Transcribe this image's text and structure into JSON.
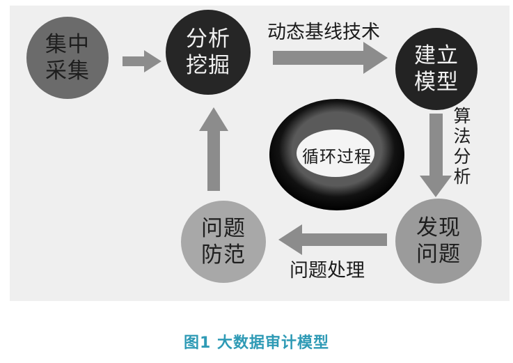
{
  "diagram": {
    "nodes": {
      "collect": "集中采集",
      "analyze": "分析挖掘",
      "model": "建立模型",
      "discover": "发现问题",
      "prevent": "问题防范"
    },
    "edges": {
      "baseline_tech": "动态基线技术",
      "algorithm_analysis": "算法分析",
      "problem_handling": "问题处理"
    },
    "center": "循环过程",
    "colors": {
      "background": "#efefef",
      "dark_node": "#262626",
      "mid_node": "#6b6b6b",
      "light_node": "#a8a8a8",
      "arrow": "#8c8c8c",
      "caption": "#2e9ab5"
    }
  },
  "caption": "图1 大数据审计模型"
}
